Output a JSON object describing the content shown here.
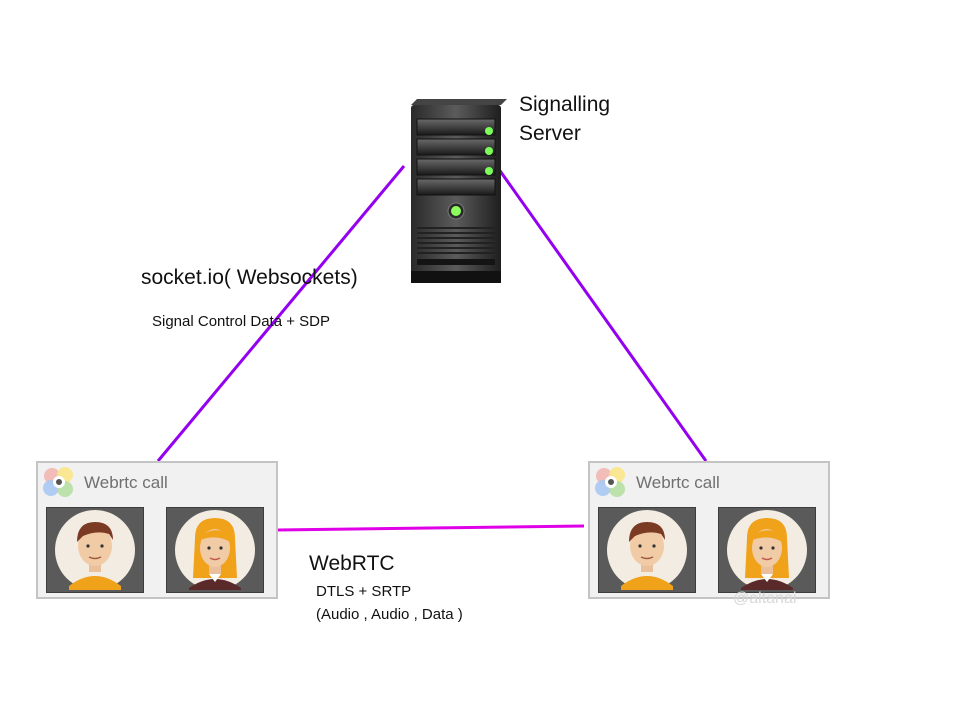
{
  "server": {
    "label_line1": "Signalling",
    "label_line2": "Server"
  },
  "signalling_link": {
    "title": "socket.io( Websockets)",
    "subtitle": "Signal Control Data + SDP"
  },
  "media_link": {
    "title": "WebRTC",
    "line1": "DTLS + SRTP",
    "line2": "(Audio , Audio , Data )"
  },
  "peers": [
    {
      "title": "Webrtc call"
    },
    {
      "title": "Webrtc call"
    }
  ],
  "watermark": "@altanai",
  "colors": {
    "signalling_line": "#9400f0",
    "media_line": "#e000e8",
    "box_border": "#c4c4c4"
  }
}
